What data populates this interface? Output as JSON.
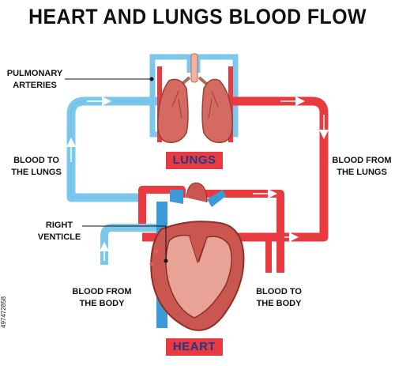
{
  "title": "HEART AND LUNGS BLOOD FLOW",
  "labels": {
    "pulmonary_arteries": [
      "PULMONARY",
      "ARTERIES"
    ],
    "blood_to_lungs": [
      "BLOOD TO",
      "THE LUNGS"
    ],
    "blood_from_lungs": [
      "BLOOD FROM",
      "THE LUNGS"
    ],
    "right_venticle": [
      "RIGHT",
      "VENTICLE"
    ],
    "blood_from_body": [
      "BLOOD FROM",
      "THE BODY"
    ],
    "blood_to_body": [
      "BLOOD TO",
      "THE BODY"
    ],
    "lungs": "LUNGS",
    "heart": "HEART"
  },
  "stock_id": "497472858",
  "colors": {
    "oxygen_poor": "#7cc8ec",
    "oxygen_rich": "#e83a3f",
    "organ_label_text": "#1f3a8a",
    "lung": "#d46a62",
    "heart": "#c9574f"
  }
}
